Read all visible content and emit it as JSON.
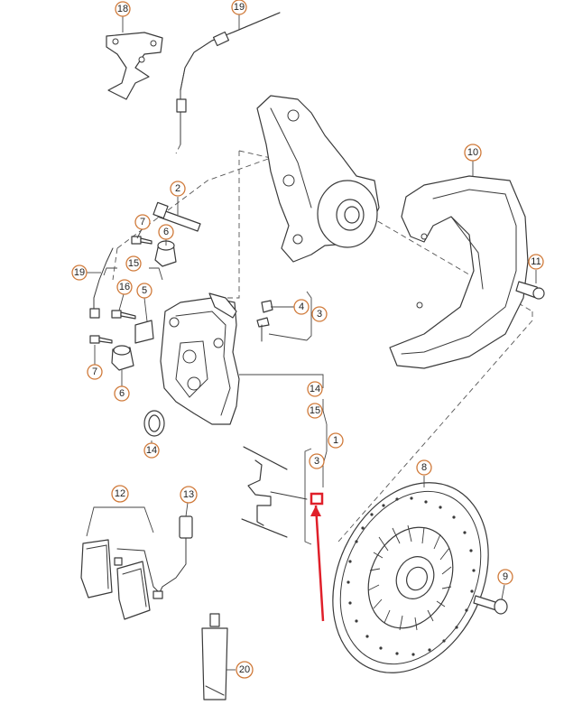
{
  "callouts": [
    {
      "id": "c18",
      "label": "18",
      "color": "#d07a3a"
    },
    {
      "id": "c19a",
      "label": "19",
      "color": "#d07a3a"
    },
    {
      "id": "c2",
      "label": "2",
      "color": "#d07a3a"
    },
    {
      "id": "c7a",
      "label": "7",
      "color": "#d07a3a"
    },
    {
      "id": "c6a",
      "label": "6",
      "color": "#d07a3a"
    },
    {
      "id": "c19b",
      "label": "19",
      "color": "#d07a3a"
    },
    {
      "id": "c15a",
      "label": "15",
      "color": "#d07a3a"
    },
    {
      "id": "c16",
      "label": "16",
      "color": "#d07a3a"
    },
    {
      "id": "c5",
      "label": "5",
      "color": "#d07a3a"
    },
    {
      "id": "c7b",
      "label": "7",
      "color": "#d07a3a"
    },
    {
      "id": "c6b",
      "label": "6",
      "color": "#d07a3a"
    },
    {
      "id": "c14a",
      "label": "14",
      "color": "#d07a3a"
    },
    {
      "id": "c4",
      "label": "4",
      "color": "#d07a3a"
    },
    {
      "id": "c3a",
      "label": "3",
      "color": "#d07a3a"
    },
    {
      "id": "c10",
      "label": "10",
      "color": "#d07a3a"
    },
    {
      "id": "c11",
      "label": "11",
      "color": "#d07a3a"
    },
    {
      "id": "c14b",
      "label": "14",
      "color": "#d07a3a"
    },
    {
      "id": "c15b",
      "label": "15",
      "color": "#d07a3a"
    },
    {
      "id": "c1",
      "label": "1",
      "color": "#d07a3a"
    },
    {
      "id": "c3b",
      "label": "3",
      "color": "#d07a3a"
    },
    {
      "id": "c8",
      "label": "8",
      "color": "#d07a3a"
    },
    {
      "id": "c12",
      "label": "12",
      "color": "#d07a3a"
    },
    {
      "id": "c13",
      "label": "13",
      "color": "#d07a3a"
    },
    {
      "id": "c9",
      "label": "9",
      "color": "#d07a3a"
    },
    {
      "id": "c20",
      "label": "20",
      "color": "#d07a3a"
    }
  ],
  "highlight": {
    "color": "#e0202a"
  }
}
